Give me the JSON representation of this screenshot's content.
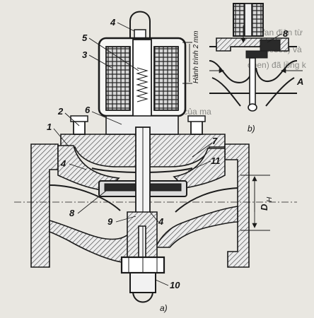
{
  "figure": {
    "part_labels": [
      "1",
      "2",
      "3",
      "4",
      "5",
      "6",
      "7",
      "8",
      "9",
      "10",
      "11"
    ],
    "stroke_note": "Hành trình 2 mm",
    "dimension_label": "D",
    "dimension_subscript": "H",
    "flow_label": "A",
    "detail_part_label": "8",
    "caption_a": "a)",
    "caption_b": "b)",
    "bleed_text": {
      "line1": ". Van điện từ",
      "line2": "closed) và",
      "line3": "open) đã lồng k",
      "line4": "hiện ngắn ... của ma"
    }
  },
  "palette": {
    "paper": "#e9e7e1",
    "ink": "#1b1b1b",
    "bleed": "#8b8b87"
  },
  "icons": [
    "coil-winding",
    "flow-arrow",
    "hex-nut",
    "hatched-section"
  ]
}
